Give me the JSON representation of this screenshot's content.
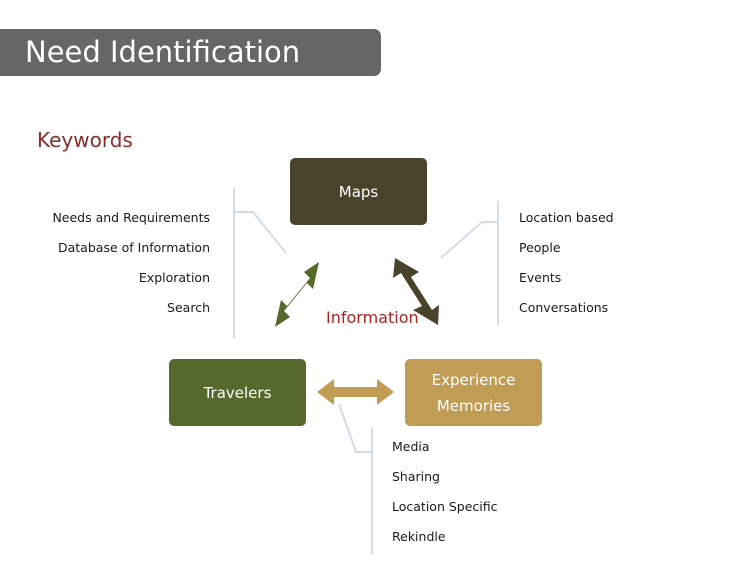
{
  "header": {
    "title": "Need Identification"
  },
  "section": {
    "heading": "Keywords"
  },
  "diagram": {
    "nodes": {
      "maps": {
        "label": "Maps"
      },
      "travelers": {
        "label": "Travelers"
      },
      "experience": {
        "line1": "Experience",
        "line2": "Memories"
      }
    },
    "center_label": "Information",
    "keywords_left": [
      "Needs and Requirements",
      "Database of Information",
      "Exploration",
      "Search"
    ],
    "keywords_right": [
      "Location based",
      "People",
      "Events",
      "Conversations"
    ],
    "keywords_bottom": [
      "Media",
      "Sharing",
      "Location Specific",
      "Rekindle"
    ]
  },
  "colors": {
    "title_bar": "#666666",
    "heading": "#8b2b2b",
    "maps": "#4a432c",
    "travelers": "#56692c",
    "experience": "#c09c55",
    "center_label": "#b22222",
    "connector_lines": "#d3dde8"
  }
}
